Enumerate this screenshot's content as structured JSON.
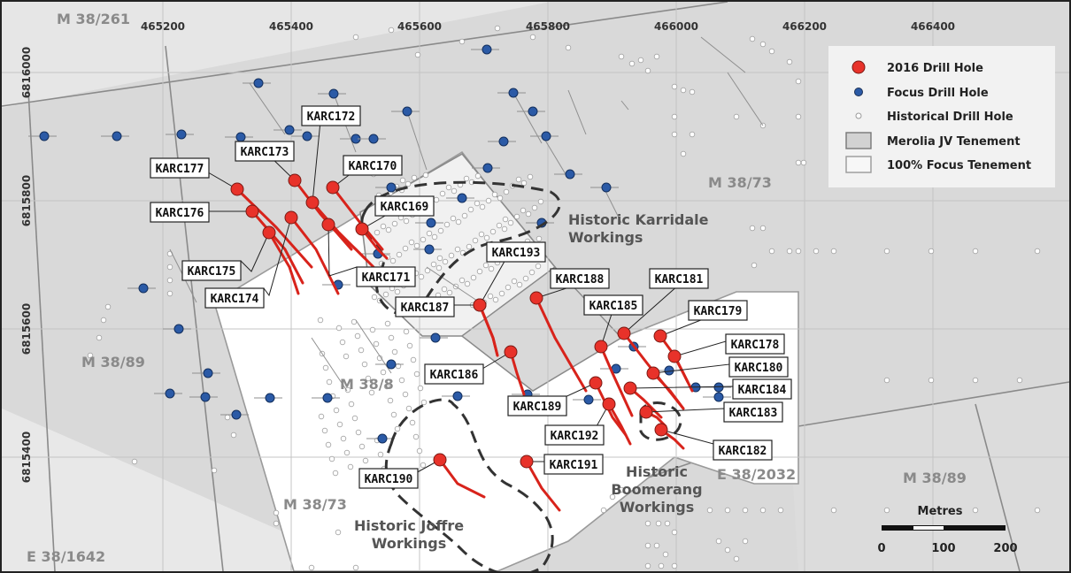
{
  "coords": {
    "eastings": [
      "465200",
      "465400",
      "465600",
      "465800",
      "466000",
      "466200",
      "466400"
    ],
    "northings": [
      "6816000",
      "6815800",
      "6815600",
      "6815400"
    ]
  },
  "tenements": {
    "t1": "M 38/261",
    "t2": "M 38/73",
    "t3": "M 38/89",
    "t4": "M 38/8",
    "t5": "M 38/73",
    "t6": "E 38/2032",
    "t7": "M 38/89",
    "t8": "E 38/1642"
  },
  "workings": {
    "karridale": [
      "Historic Karridale",
      "Workings"
    ],
    "boomerang": [
      "Historic",
      "Boomerang",
      "Workings"
    ],
    "joffre": [
      "Historic Joffre",
      "Workings"
    ]
  },
  "legend": {
    "items": [
      "2016 Drill Hole",
      "Focus Drill Hole",
      "Historical Drill Hole",
      "Merolia JV Tenement",
      "100% Focus Tenement"
    ],
    "colors": {
      "drill_2016": "#e8322a",
      "focus": "#2b5aa6",
      "historical": "#ffffff"
    }
  },
  "scale": {
    "title": "Metres",
    "ticks": [
      "0",
      "100",
      "200"
    ]
  },
  "holes": [
    {
      "id": "KARC177",
      "label": "KARC177"
    },
    {
      "id": "KARC176",
      "label": "KARC176"
    },
    {
      "id": "KARC175",
      "label": "KARC175"
    },
    {
      "id": "KARC174",
      "label": "KARC174"
    },
    {
      "id": "KARC173",
      "label": "KARC173"
    },
    {
      "id": "KARC172",
      "label": "KARC172"
    },
    {
      "id": "KARC170",
      "label": "KARC170"
    },
    {
      "id": "KARC169",
      "label": "KARC169"
    },
    {
      "id": "KARC171",
      "label": "KARC171"
    },
    {
      "id": "KARC193",
      "label": "KARC193"
    },
    {
      "id": "KARC187",
      "label": "KARC187"
    },
    {
      "id": "KARC188",
      "label": "KARC188"
    },
    {
      "id": "KARC186",
      "label": "KARC186"
    },
    {
      "id": "KARC185",
      "label": "KARC185"
    },
    {
      "id": "KARC181",
      "label": "KARC181"
    },
    {
      "id": "KARC179",
      "label": "KARC179"
    },
    {
      "id": "KARC178",
      "label": "KARC178"
    },
    {
      "id": "KARC180",
      "label": "KARC180"
    },
    {
      "id": "KARC184",
      "label": "KARC184"
    },
    {
      "id": "KARC183",
      "label": "KARC183"
    },
    {
      "id": "KARC189",
      "label": "KARC189"
    },
    {
      "id": "KARC192",
      "label": "KARC192"
    },
    {
      "id": "KARC182",
      "label": "KARC182"
    },
    {
      "id": "KARC191",
      "label": "KARC191"
    },
    {
      "id": "KARC190",
      "label": "KARC190"
    }
  ]
}
